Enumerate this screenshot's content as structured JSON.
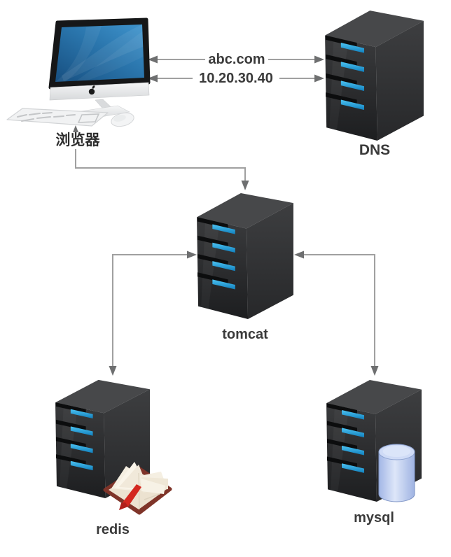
{
  "diagram": {
    "type": "network-architecture",
    "nodes": {
      "browser": {
        "label": "浏览器",
        "icon": "imac-computer-icon"
      },
      "dns": {
        "label": "DNS",
        "icon": "server-tower-icon"
      },
      "tomcat": {
        "label": "tomcat",
        "icon": "server-tower-icon"
      },
      "redis": {
        "label": "redis",
        "icon": "server-tower-icon",
        "extra_icon": "open-book-icon"
      },
      "mysql": {
        "label": "mysql",
        "icon": "server-tower-icon",
        "extra_icon": "database-cylinder-icon"
      }
    },
    "edges": [
      {
        "from": "browser",
        "to": "dns",
        "label": "abc.com",
        "arrows": "both"
      },
      {
        "from": "browser",
        "to": "dns",
        "label": "10.20.30.40",
        "arrows": "both"
      },
      {
        "from": "browser",
        "to": "tomcat",
        "arrows": "both"
      },
      {
        "from": "tomcat",
        "to": "redis",
        "arrows": "both"
      },
      {
        "from": "tomcat",
        "to": "mysql",
        "arrows": "both"
      }
    ],
    "colors": {
      "background": "#ffffff",
      "connector_line": "#a0a0a0",
      "arrowhead": "#6e6f70",
      "label_text": "#3a3a3a",
      "server_body_dark": "#2b2c2e",
      "server_led_blue": "#23a3df",
      "imac_screen_blue": "#2a75ac",
      "database_cylinder_blue": "#c9d6f3",
      "book_ribbon_red": "#d3271f"
    }
  }
}
